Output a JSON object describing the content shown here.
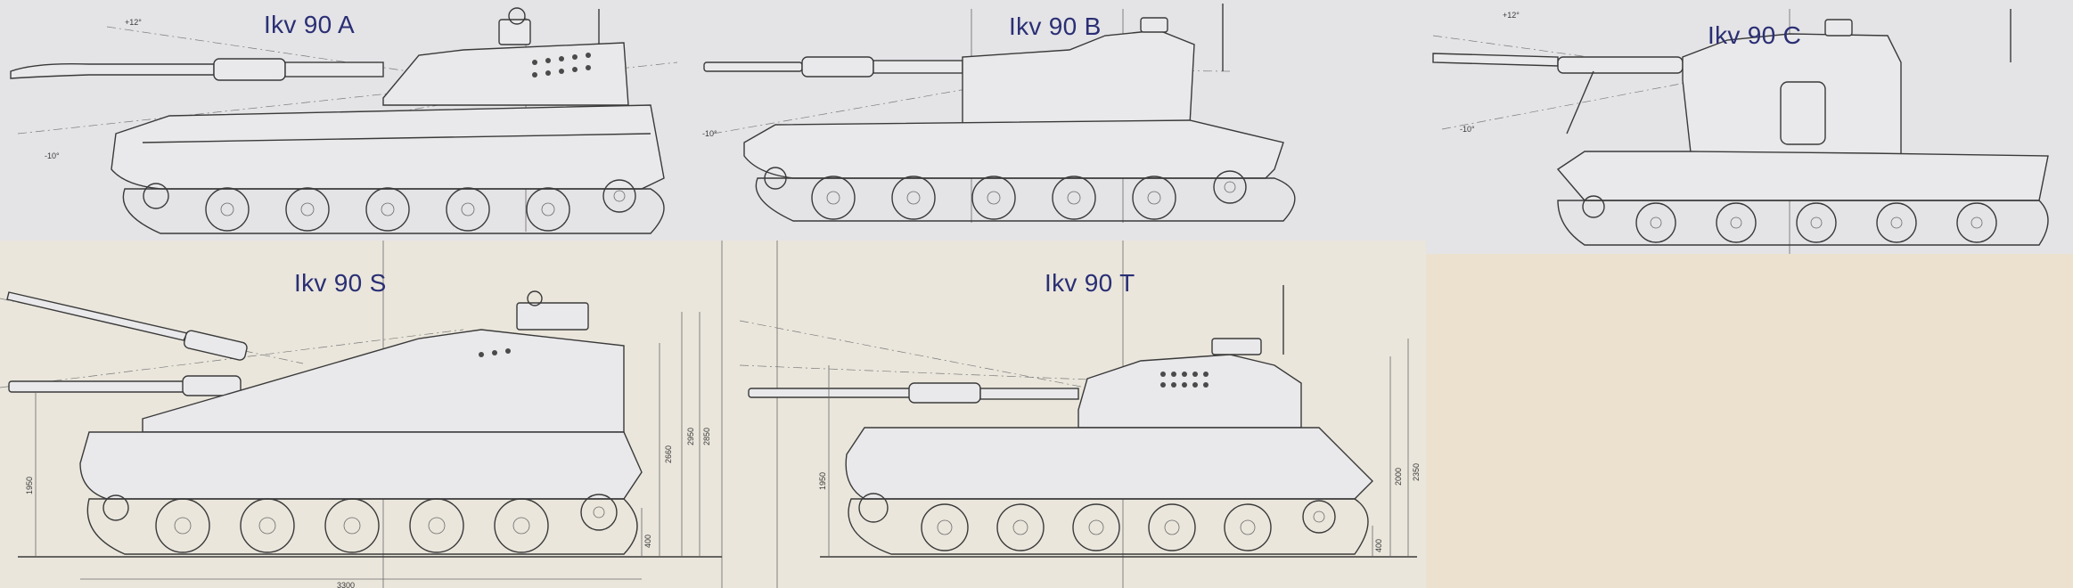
{
  "panels": {
    "a": {
      "label": "Ikv 90 A",
      "dims": [
        "+12°",
        "-10°"
      ]
    },
    "b": {
      "label": "Ikv 90 B",
      "dims": [
        "-10°"
      ]
    },
    "c": {
      "label": "Ikv 90 C",
      "dims": [
        "+12°",
        "-10°"
      ]
    },
    "s": {
      "label": "Ikv 90 S",
      "dims": [
        "1950",
        "2950",
        "2850",
        "2660",
        "400",
        "3300"
      ]
    },
    "t": {
      "label": "Ikv 90 T",
      "dims": [
        "1950",
        "2350",
        "2000",
        "400"
      ]
    }
  },
  "colors": {
    "label": "#2a2f74",
    "paper_grey": "#e4e3e6",
    "paper_cream": "#eae6dc",
    "line": "#3a3a3a"
  }
}
